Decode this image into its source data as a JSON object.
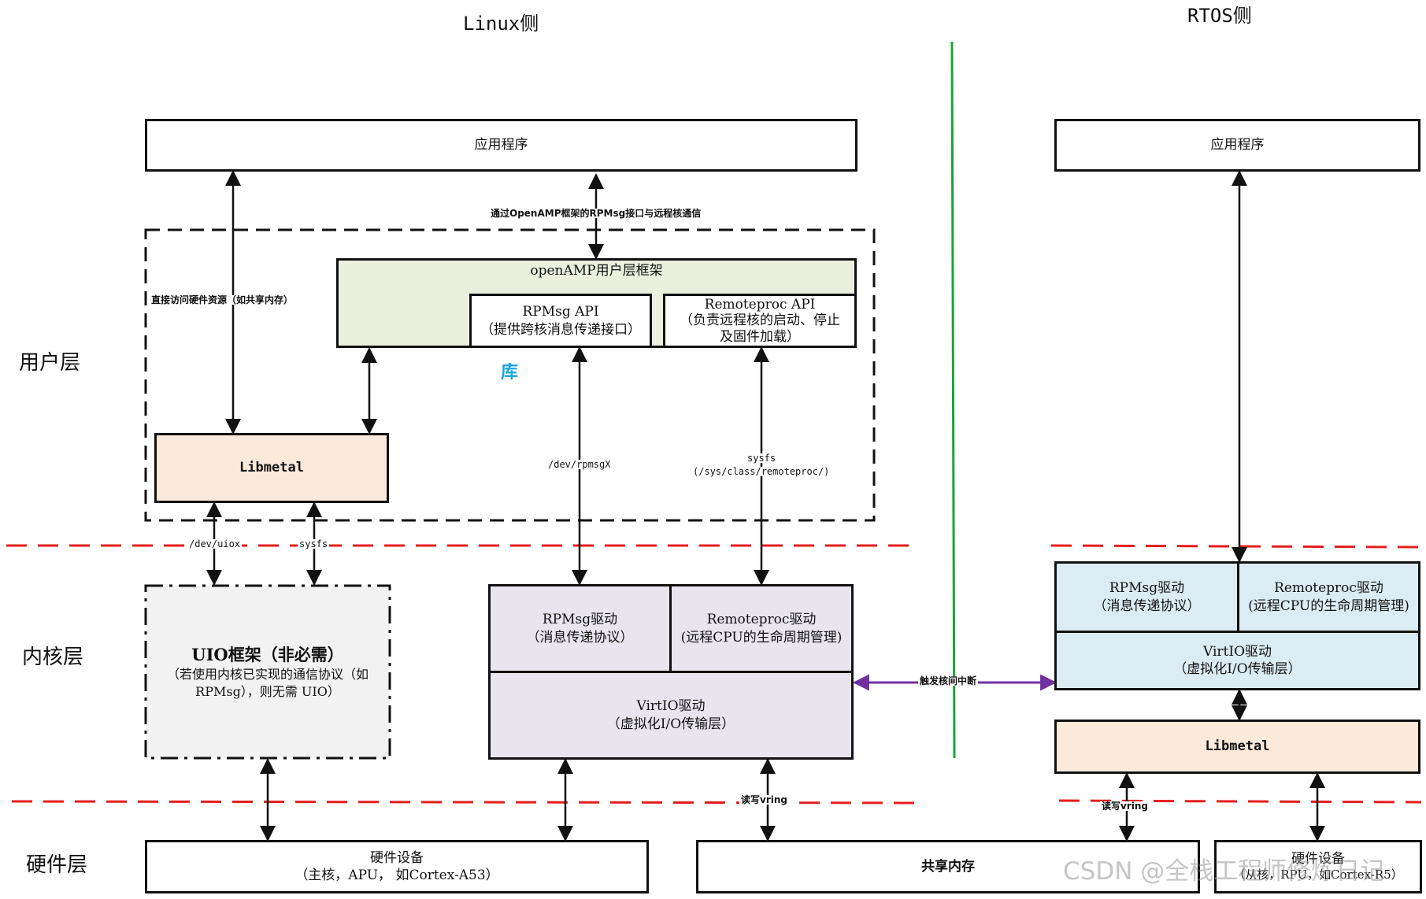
{
  "headers": {
    "linux": "Linux侧",
    "rtos": "RTOS侧"
  },
  "layers": {
    "user": "用户层",
    "kernel": "内核层",
    "hardware": "硬件层"
  },
  "linux": {
    "app": "应用程序",
    "openamp_title": "openAMP用户层框架",
    "rpmsg_api_line1": "RPMsg API",
    "rpmsg_api_line2": "（提供跨核消息传递接口）",
    "remoteproc_api_line1": "Remoteproc API",
    "remoteproc_api_line2": "（负责远程核的启动、停止",
    "remoteproc_api_line3": "及固件加载）",
    "lib_label": "库",
    "libmetal": "Libmetal",
    "uio_title": "UIO框架（非必需）",
    "uio_line2": "（若使用内核已实现的通信协议（如",
    "uio_line3": "RPMsg），则无需 UIO）",
    "rpmsg_drv_line1": "RPMsg驱动",
    "rpmsg_drv_line2": "（消息传递协议）",
    "remoteproc_drv_line1": "Remoteproc驱动",
    "remoteproc_drv_line2": "(远程CPU的生命周期管理)",
    "virtio_line1": "VirtIO驱动",
    "virtio_line2": "（虚拟化I/O传输层）",
    "hw_line1": "硬件设备",
    "hw_line2": "（主核，APU， 如Cortex-A53）"
  },
  "shared_memory": "共享内存",
  "rtos": {
    "app": "应用程序",
    "rpmsg_drv_line1": "RPMsg驱动",
    "rpmsg_drv_line2": "（消息传递协议）",
    "remoteproc_drv_line1": "Remoteproc驱动",
    "remoteproc_drv_line2": "(远程CPU的生命周期管理)",
    "virtio_line1": "VirtIO驱动",
    "virtio_line2": "（虚拟化I/O传输层）",
    "libmetal": "Libmetal",
    "hw_line1": "硬件设备",
    "hw_line2": "（从核，RPU，如Cortex-R5）"
  },
  "edge_labels": {
    "openamp_comm": "通过OpenAMP框架的RPMsg接口与远程核通信",
    "direct_hw": "直接访问硬件资源（如共享内存）",
    "dev_rpmsg": "/dev/rpmsgX",
    "sysfs_line1": "sysfs",
    "sysfs_line2": "(/sys/class/remoteproc/)",
    "dev_uio": "/dev/uiox",
    "sysfs": "sysfs",
    "interrupt": "触发核间中断",
    "rw_vring_linux": "读写vring",
    "rw_vring_rtos": "读写vring"
  },
  "watermark": "CSDN @全栈工程师修炼日记",
  "colors": {
    "openamp_fill": "#ebf0de",
    "libmetal_fill": "#fbe9da",
    "uio_fill": "#f2f2f2",
    "kernel_fill": "#e8e5ef",
    "rtos_fill": "#dbecf4",
    "separator": "#e41e1e",
    "divider": "#1aa33a",
    "interrupt": "#7030a0",
    "lib_text": "#17a6e0"
  }
}
